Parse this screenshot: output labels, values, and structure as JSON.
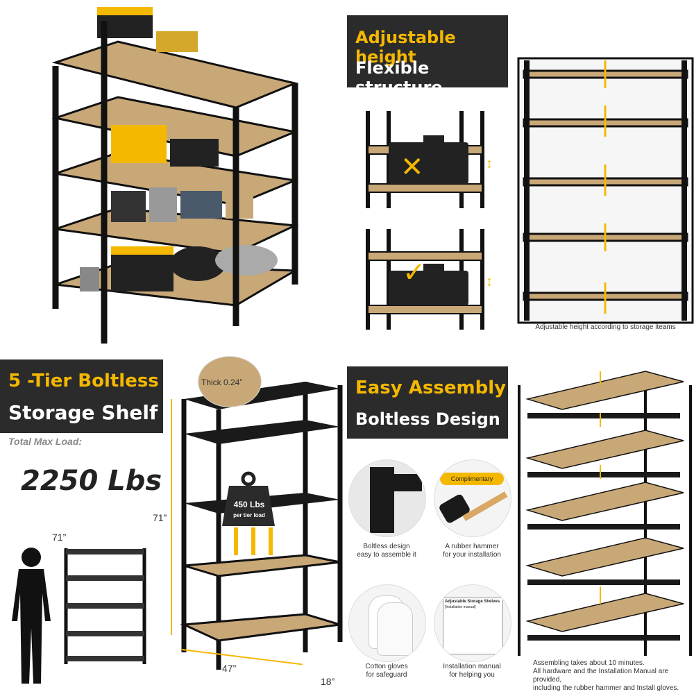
{
  "top_banner": {
    "line1": "Adjustable height",
    "line2": "Flexible structure"
  },
  "adjust_caption": "Adjustable height according to storage iteams",
  "left_banner": {
    "line1": "5 -Tier Boltless",
    "line2": "Storage Shelf"
  },
  "load": {
    "label": "Total Max Load:",
    "value": "2250 Lbs"
  },
  "thickness": "Thick 0.24”",
  "weight": {
    "value": "450 Lbs",
    "unit": "per tier load"
  },
  "dims": {
    "height": "71”",
    "height_small": "71”",
    "width": "47”",
    "depth": "18”"
  },
  "assembly_banner": {
    "line1": "Easy Assembly",
    "line2": "Boltless Design"
  },
  "features": [
    {
      "label": "Boltless design\neasy to assemble it"
    },
    {
      "label": "A rubber hammer\nfor your installation",
      "tag": "Complimentary"
    },
    {
      "label": "Cotton gloves\nfor safeguard"
    },
    {
      "label": "Installation manual\nfor helping you",
      "manual_title": "Adjustable Storage Shelves",
      "manual_sub": "[Installation manual]"
    }
  ],
  "assembly_caption": "Assembling takes about 10 minutes.\nAll hardware and the Installation Manual are provided,\nincluding the rubber hammer and Install gloves.",
  "colors": {
    "accent": "#f5b800",
    "dark": "#2b2b2b",
    "wood": "#c9a878",
    "frame": "#1a1a1a"
  },
  "icons": [
    "cross-icon",
    "check-icon",
    "arrow-icon",
    "weight-icon",
    "person-silhouette-icon"
  ]
}
